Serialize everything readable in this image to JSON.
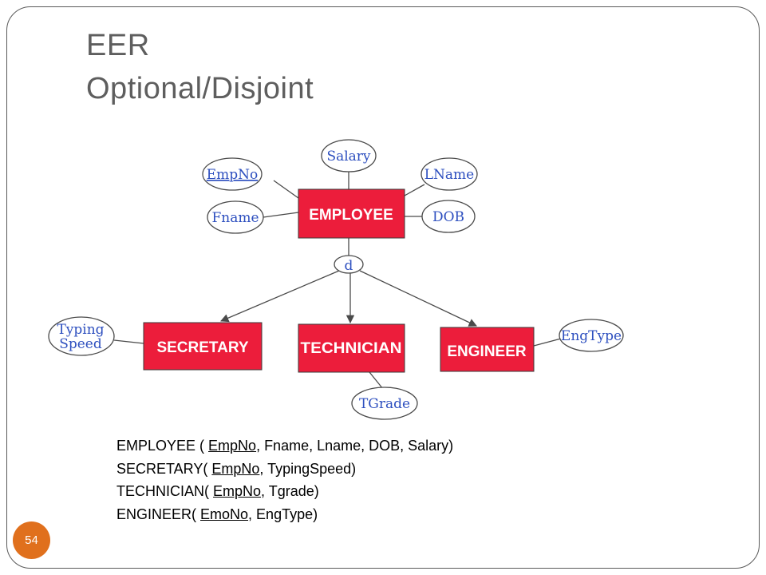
{
  "slide": {
    "title_line1": "EER",
    "title_line2": "Optional/Disjoint",
    "page_number": "54"
  },
  "diagram": {
    "entities": {
      "employee": "EMPLOYEE",
      "secretary": "SECRETARY",
      "technician": "TECHNICIAN",
      "engineer": "ENGINEER"
    },
    "attributes": {
      "salary": "Salary",
      "empno": "EmpNo",
      "lname": "LName",
      "fname": "Fname",
      "dob": "DOB",
      "typing_line1": "Typing",
      "typing_line2": "Speed",
      "engtype": "EngType",
      "tgrade": "TGrade"
    },
    "disjoint_symbol": "d",
    "colors": {
      "entity_fill": "#ec1d3b",
      "attribute_text": "#2d4fbf",
      "line": "#4a4a4a"
    }
  },
  "schema": [
    {
      "name": "EMPLOYEE ( ",
      "key": "EmpNo",
      "rest": ", Fname, Lname, DOB, Salary)"
    },
    {
      "name": "SECRETARY( ",
      "key": "EmpNo",
      "rest": ", TypingSpeed)"
    },
    {
      "name": "TECHNICIAN( ",
      "key": "EmpNo",
      "rest": ", Tgrade)"
    },
    {
      "name": "ENGINEER( ",
      "key": "EmoNo",
      "rest": ", EngType)"
    }
  ]
}
